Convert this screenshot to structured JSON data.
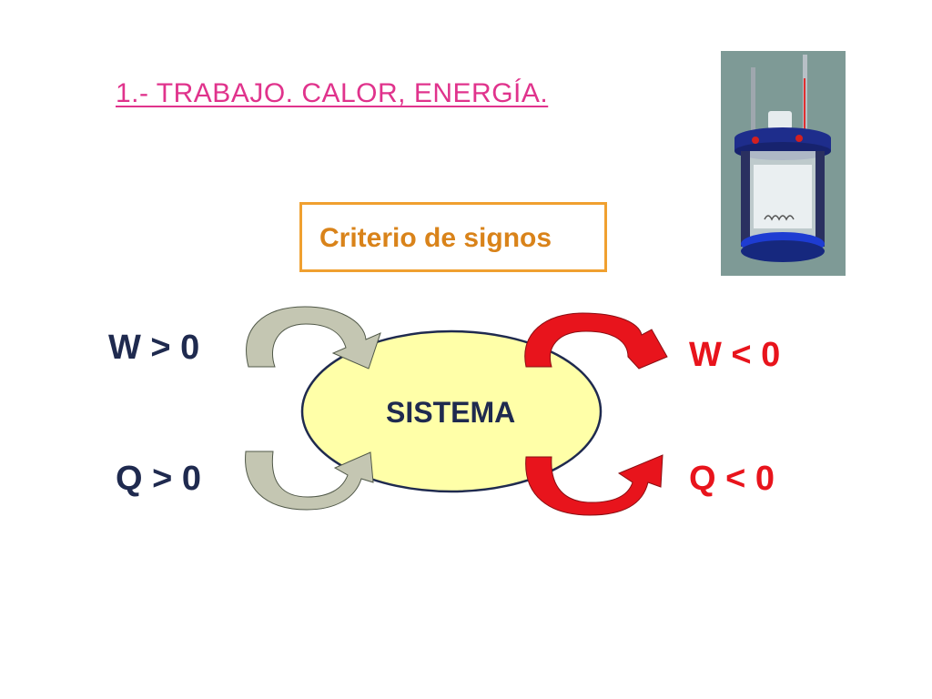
{
  "title": "1.- TRABAJO. CALOR, ENERGÍA.",
  "criteria_label": "Criterio de signos",
  "system_label": "SISTEMA",
  "labels": {
    "w_in": "W > 0",
    "q_in": "Q > 0",
    "w_out": "W < 0",
    "q_out": "Q < 0"
  },
  "colors": {
    "title": "#E0338C",
    "criteria": "#D9831A",
    "criteria_border": "#F0A030",
    "system_fill": "#FFFFA8",
    "system_border": "#1F2A4F",
    "text_dark": "#1F2A4F",
    "out_red": "#E8141C",
    "in_gray": "#C4C6B2",
    "in_light": "#E9EADC",
    "photo_bg": "#7E9A96"
  },
  "photo": {
    "name": "calorimeter-apparatus"
  }
}
